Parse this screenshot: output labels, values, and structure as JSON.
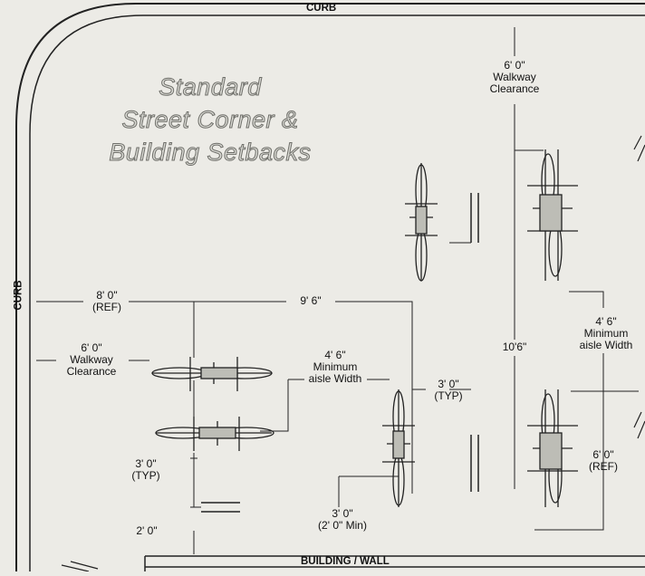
{
  "title": {
    "line1": "Standard",
    "line2": "Street Corner &",
    "line3": "Building Setbacks"
  },
  "edges": {
    "curb_top": "CURB",
    "curb_left": "CURB",
    "building_wall": "BUILDING / WALL"
  },
  "dimensions": {
    "top_walkway": [
      "6' 0\"",
      "Walkway",
      "Clearance"
    ],
    "left_ref": [
      "8' 0\"",
      "(REF)"
    ],
    "span_9_6": "9' 6\"",
    "left_walkway": [
      "6' 0\"",
      "Walkway",
      "Clearance"
    ],
    "center_aisle": [
      "4' 6\"",
      "Minimum",
      "aisle Width"
    ],
    "typ_right": [
      "3' 0\"",
      "(TYP)"
    ],
    "span_10_6": "10'6\"",
    "right_aisle": [
      "4' 6\"",
      "Minimum",
      "aisle Width"
    ],
    "typ_left": [
      "3' 0\"",
      "(TYP)"
    ],
    "right_ref": [
      "6' 0\"",
      "(REF)"
    ],
    "bottom_min": [
      "3' 0\"",
      "(2' 0\" Min)"
    ],
    "bottom_left": "2' 0\""
  }
}
